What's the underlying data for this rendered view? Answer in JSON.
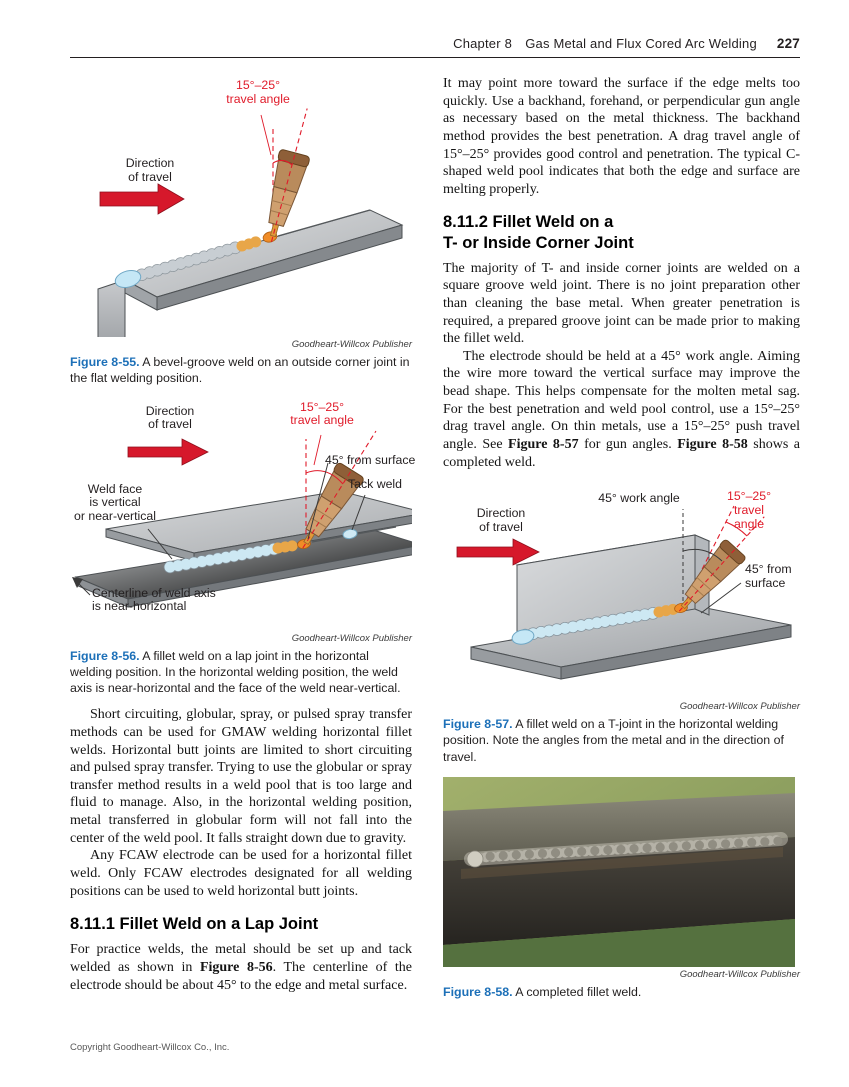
{
  "header": {
    "running_head": "Chapter 8 Gas Metal and Flux Cored Arc Welding",
    "page_number": "227"
  },
  "footer": {
    "copyright": "Copyright Goodheart-Willcox Co., Inc."
  },
  "colors": {
    "accent_red": "#e01b2a",
    "caption_blue": "#1d70b8",
    "photo_green": "#85a05d"
  },
  "figures": {
    "fig55": {
      "labels": {
        "travel_angle": "15°–25°\ntravel angle",
        "direction": "Direction\nof travel"
      },
      "attribution": "Goodheart-Willcox Publisher",
      "caption_label": "Figure 8-55.",
      "caption_text": " A bevel-groove weld on an outside corner joint in the flat welding position."
    },
    "fig56": {
      "labels": {
        "direction": "Direction\nof travel",
        "travel_angle": "15°–25°\ntravel angle",
        "from_surface": "45° from surface",
        "tack_weld": "Tack weld",
        "weld_face": "Weld face\nis vertical\nor near-vertical",
        "centerline": "Centerline of weld axis\nis near-horizontal"
      },
      "attribution": "Goodheart-Willcox Publisher",
      "caption_label": "Figure 8-56.",
      "caption_text": " A fillet weld on a lap joint in the horizontal welding position. In the horizontal welding position, the weld axis is near-horizontal and the face of the weld near-vertical."
    },
    "fig57": {
      "labels": {
        "work_angle": "45° work angle",
        "travel_angle": "15°–25°\ntravel angle",
        "from_surface": "45° from\nsurface",
        "direction": "Direction\nof travel"
      },
      "attribution": "Goodheart-Willcox Publisher",
      "caption_label": "Figure 8-57.",
      "caption_text": " A fillet weld on a T-joint in the horizontal welding position. Note the angles from the metal and in the direction of travel."
    },
    "fig58": {
      "attribution": "Goodheart-Willcox Publisher",
      "caption_label": "Figure 8-58.",
      "caption_text": " A completed fillet weld."
    }
  },
  "left_column": {
    "para_transfer": "Short circuiting, globular, spray, or pulsed spray transfer methods can be used for GMAW welding horizontal fillet welds. Horizontal butt joints are limited to short circuiting and pulsed spray transfer. Trying to use the globular or spray transfer method results in a weld pool that is too large and fluid to manage. Also, in the horizontal welding position, metal transferred in globular form will not fall into the center of the weld pool. It falls straight down due to gravity.",
    "para_fcaw": "Any FCAW electrode can be used for a horizontal fillet weld. Only FCAW electrodes designated for all welding positions can be used to weld horizontal butt joints.",
    "heading_lap_joint": "8.11.1 Fillet Weld on a Lap Joint",
    "para_practice": {
      "pre": "For practice welds, the metal should be set up and tack welded as shown in ",
      "bold": "Figure 8-56",
      "post": ". The centerline of the electrode should be about 45° to the edge and metal surface."
    }
  },
  "right_column": {
    "para_intro": "It may point more toward the surface if the edge melts too quickly. Use a backhand, forehand, or perpendicular gun angle as necessary based on the metal thickness. The backhand method provides the best penetration. A drag travel angle of 15°–25° provides good control and penetration. The typical C-shaped weld pool indicates that both the edge and surface are melting properly.",
    "heading_t_joint": "8.11.2 Fillet Weld on a\nT- or Inside Corner Joint",
    "para_majority": "The majority of T- and inside corner joints are welded on a square groove weld joint. There is no joint preparation other than cleaning the base metal. When greater penetration is required, a prepared groove joint can be made prior to making the fillet weld.",
    "para_electrode": {
      "pre": "The electrode should be held at a 45° work angle. Aiming the wire more toward the vertical surface may improve the bead shape. This helps compensate for the molten metal sag. For the best penetration and weld pool control, use a 15°–25° drag travel angle. On thin metals, use a 15°–25° push travel angle. See ",
      "bold1": "Figure 8-57",
      "mid": " for gun angles. ",
      "bold2": "Figure 8-58",
      "post": " shows a completed weld."
    }
  }
}
